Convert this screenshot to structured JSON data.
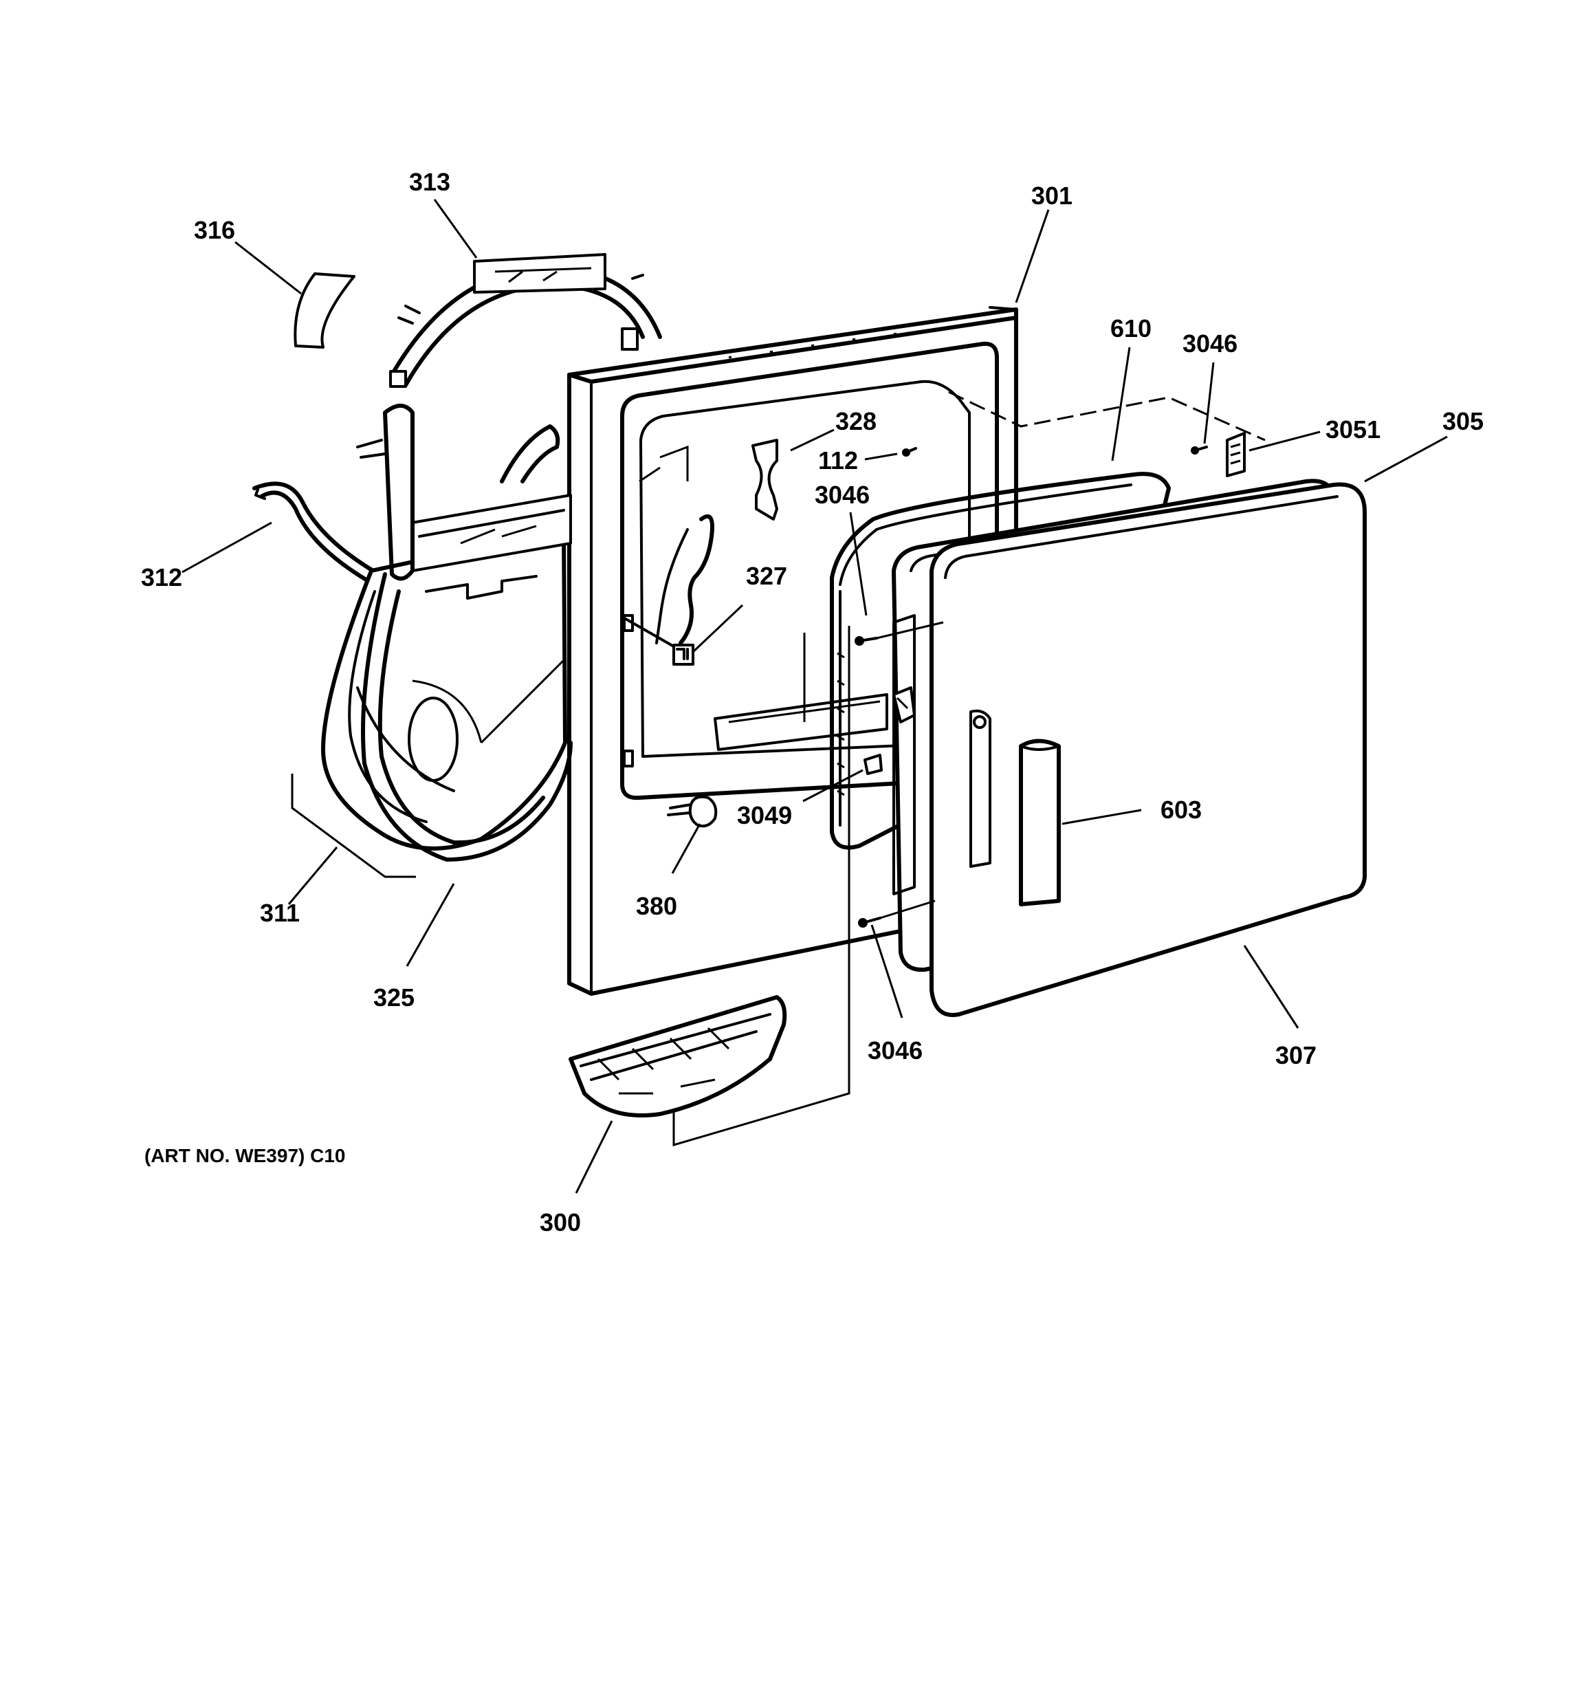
{
  "art_number": "(ART NO. WE397) C10",
  "callouts": {
    "p313": "313",
    "p316": "316",
    "p301": "301",
    "p610": "610",
    "p3046_top": "3046",
    "p3051": "3051",
    "p305": "305",
    "p328": "328",
    "p112": "112",
    "p3046_mid": "3046",
    "p327": "327",
    "p312": "312",
    "p3049": "3049",
    "p603": "603",
    "p380": "380",
    "p311": "311",
    "p325": "325",
    "p3046_bot": "3046",
    "p307": "307",
    "p300": "300"
  }
}
